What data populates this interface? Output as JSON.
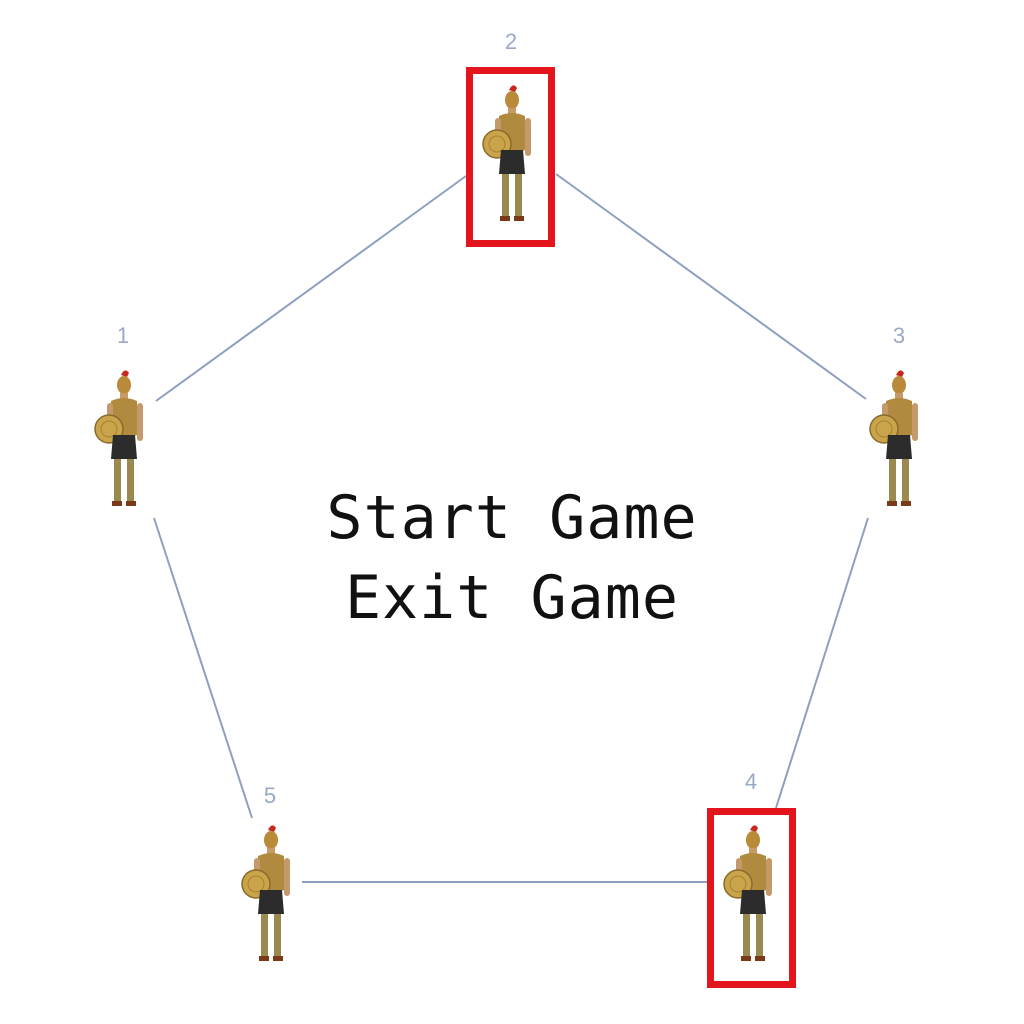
{
  "game": {
    "menu": {
      "start_label": "Start Game",
      "exit_label": "Exit Game"
    },
    "soldiers": [
      {
        "number": "1",
        "selected": false
      },
      {
        "number": "2",
        "selected": true
      },
      {
        "number": "3",
        "selected": false
      },
      {
        "number": "4",
        "selected": true
      },
      {
        "number": "5",
        "selected": false
      }
    ],
    "colors": {
      "edge": "#8f9fc0",
      "number_label": "#9aa8c6",
      "selection": "#e3141b",
      "text": "#111111"
    }
  }
}
